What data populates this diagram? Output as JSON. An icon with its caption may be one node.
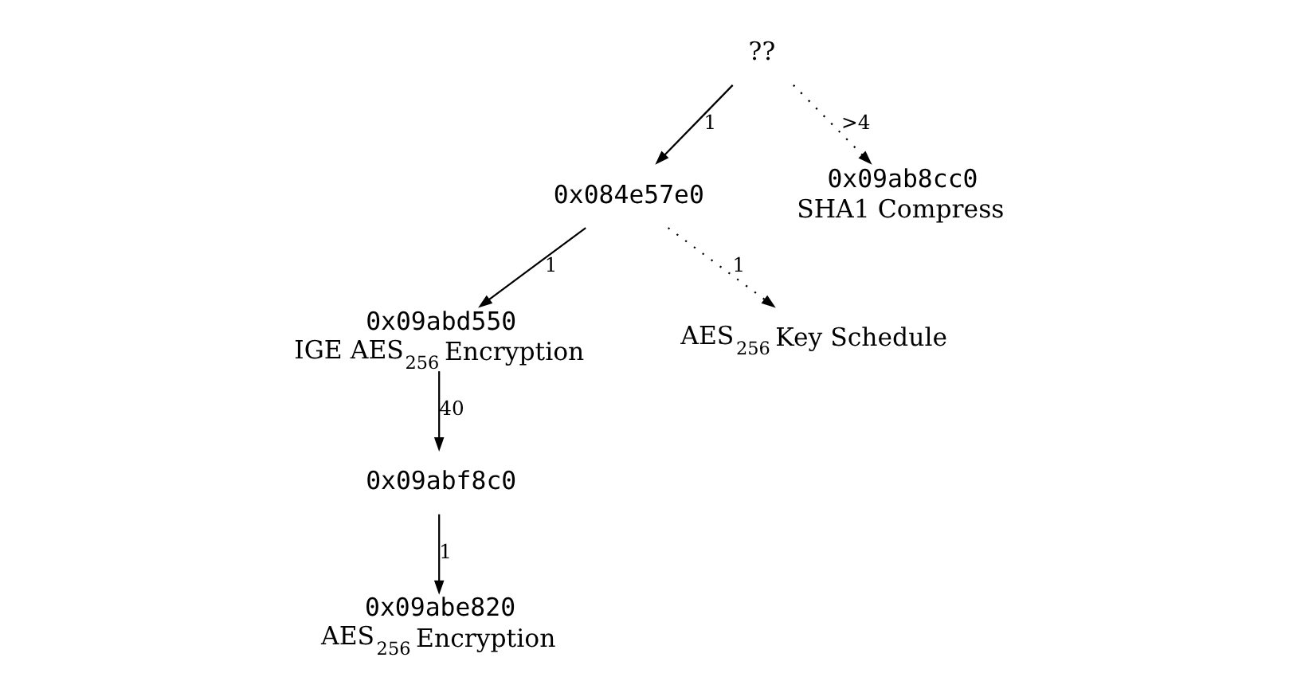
{
  "diagram": {
    "nodes": [
      {
        "text": [
          "??"
        ]
      },
      {
        "text": [
          "0x084e57e0"
        ]
      },
      {
        "text": [
          "0x09abd550",
          "IGE AES$_{256}$ Encryption"
        ]
      },
      {
        "text": [
          "0x09abf8c0"
        ]
      },
      {
        "text": [
          "0x09abe820",
          "AES$_{256}$ Encryption"
        ]
      },
      {
        "text": [
          "AES$_{256}$ Key Schedule"
        ]
      },
      {
        "text": [
          "0x09ab8cc0",
          "SHA1 Compress"
        ]
      }
    ],
    "edges": [
      {
        "from": 0,
        "to": 1,
        "arrow": "to",
        "label": "1"
      },
      {
        "from": 1,
        "to": 2,
        "arrow": "to",
        "label": "1"
      },
      {
        "from": 2,
        "to": 3,
        "arrow": "to",
        "label": "40"
      },
      {
        "from": 3,
        "to": 4,
        "arrow": "to",
        "label": "1"
      },
      {
        "from": 1,
        "to": 5,
        "arrow": "to",
        "label": "1",
        "style": "dashed"
      },
      {
        "from": 0,
        "to": 6,
        "arrow": "to",
        "label": ">4",
        "style": "dashed"
      }
    ]
  }
}
